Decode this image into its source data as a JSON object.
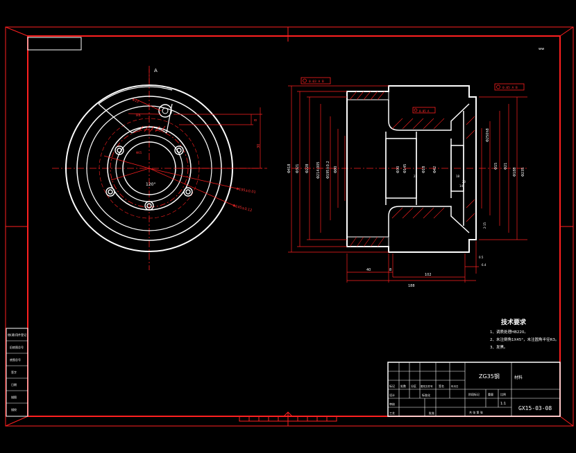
{
  "drawing": {
    "corner_mark": "ww",
    "material": "ZG35钢",
    "drawing_number": "GX15-03-08",
    "scale": "1:1",
    "material_label": "材料",
    "sheet_note": "共 张 第 张"
  },
  "tech_requirements": {
    "title": "技术要求",
    "items": [
      "1、调质处理HB220。",
      "2、未注倒角1X45°，未注圆角半径R3。",
      "3、发黑。"
    ]
  },
  "left_panel": {
    "rows": [
      "借(通)用件登记",
      "旧底图总号",
      "底图总号",
      "签字",
      "日期",
      "描图",
      "描校"
    ]
  },
  "title_block": {
    "headers": [
      "标记",
      "处数",
      "分区",
      "更改文件号",
      "签名",
      "年月日"
    ],
    "roles": [
      "设计",
      "审核",
      "工艺"
    ],
    "std_label": "标准化",
    "approve_label": "批准",
    "stage_label": "阶段标记",
    "weight_label": "重量",
    "scale_label": "比例"
  },
  "front_view": {
    "dims": [
      "Φ12",
      "R6",
      "8",
      "30",
      "Φ195±0.01",
      "Φ145±0.12",
      "120°",
      "Φ65"
    ],
    "section_marker": "A"
  },
  "section_view": {
    "tolerance_left": "0.03 A B",
    "tolerance_right": "0.05 A B",
    "tolerance_center": "0.05 A",
    "diameters": [
      "Φ418",
      "Φ321",
      "Φ228",
      "Φ214.005",
      "Φ195±0.2",
      "Φ80",
      "Φ145",
      "Φ30",
      "Φ18",
      "Φ42",
      "Φ15",
      "Φ21",
      "Φ188",
      "Φ235",
      "Φ250h8"
    ],
    "lengths": [
      "40",
      "8",
      "102",
      "188",
      "20",
      "23",
      "18",
      "14",
      "6.4",
      "0.5"
    ],
    "chamfers": [
      "2-15"
    ]
  }
}
